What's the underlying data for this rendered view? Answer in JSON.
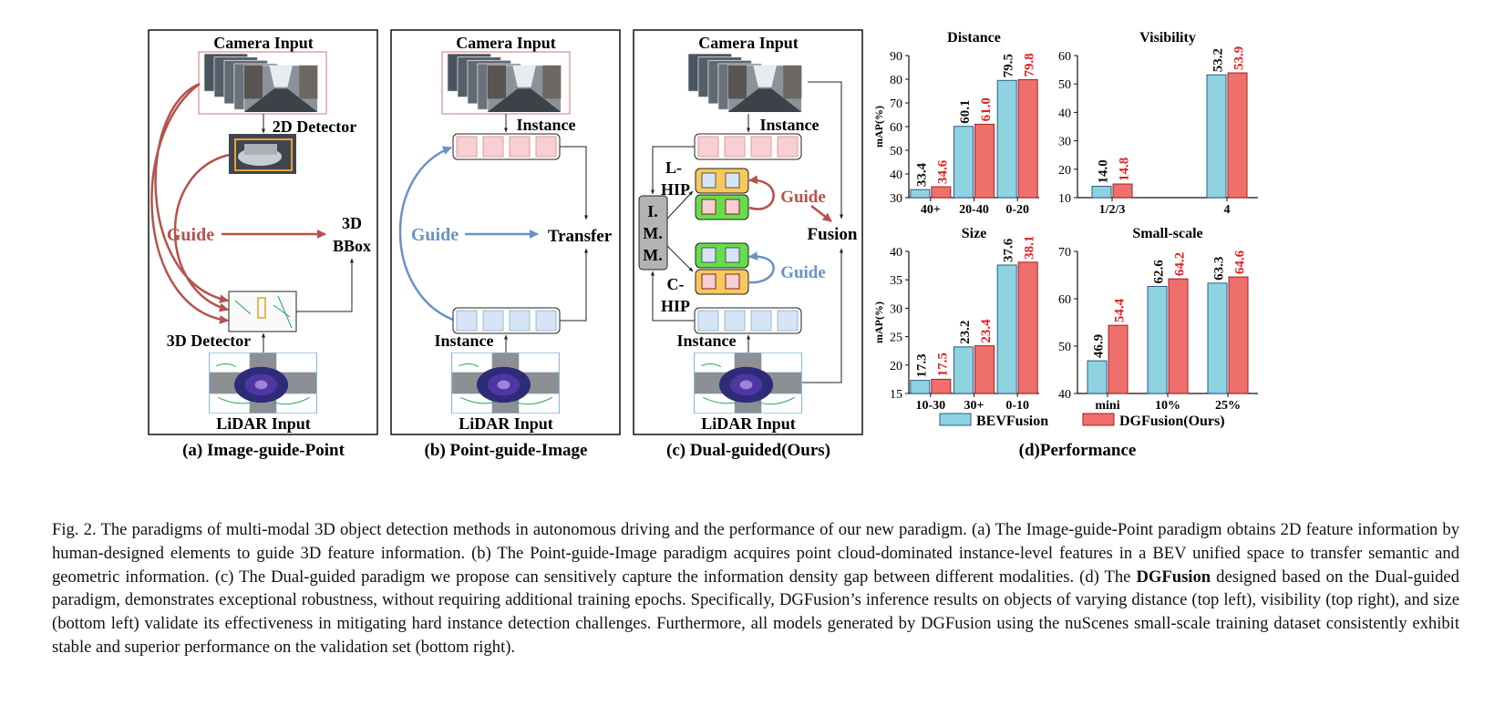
{
  "panels": [
    {
      "id": "a",
      "camera_label": "Camera Input",
      "lidar_label": "LiDAR Input",
      "top_label": "2D Detector",
      "bottom_label": "3D Detector",
      "guide_label": "Guide",
      "output_label": [
        "3D",
        "BBox"
      ],
      "caption": "(a) Image-guide-Point"
    },
    {
      "id": "b",
      "camera_label": "Camera Input",
      "lidar_label": "LiDAR Input",
      "top_label": "Instance",
      "bottom_label": "Instance",
      "guide_label": "Guide",
      "output_label": "Transfer",
      "caption": "(b) Point-guide-Image"
    },
    {
      "id": "c",
      "camera_label": "Camera Input",
      "lidar_label": "LiDAR Input",
      "top_label": "Instance",
      "bottom_label": "Instance",
      "imm_label": [
        "I.",
        "M.",
        "M."
      ],
      "lhip_label": [
        "L-",
        "HIP"
      ],
      "chip_label": [
        "C-",
        "HIP"
      ],
      "guide_label": "Guide",
      "output_label": "Fusion",
      "caption": "(c) Dual-guided(Ours)"
    }
  ],
  "colors": {
    "bevfusion": "#8fd3e1",
    "dgfusion": "#ef6f6c",
    "guide_red": "#b5524c",
    "guide_blue": "#6a92c4",
    "value_red": "#e02020",
    "hip_yellow": "#f7c85c",
    "hip_green": "#66dd4c",
    "inst_pink": "#f6d0d3",
    "inst_blue": "#d6e4f7"
  },
  "performance_title": "(d)Performance",
  "legend": [
    "BEVFusion",
    "DGFusion(Ours)"
  ],
  "chart_data": [
    {
      "type": "bar",
      "title": "Distance",
      "ylabel": "mAP(%)",
      "categories": [
        "40+",
        "20-40",
        "0-20"
      ],
      "ylim": [
        30,
        90
      ],
      "yticks": [
        30,
        40,
        50,
        60,
        70,
        80,
        90
      ],
      "series": [
        {
          "name": "BEVFusion",
          "values": [
            33.4,
            60.1,
            79.5
          ]
        },
        {
          "name": "DGFusion(Ours)",
          "values": [
            34.6,
            61.0,
            79.8
          ]
        }
      ]
    },
    {
      "type": "bar",
      "title": "Visibility",
      "ylabel": "",
      "categories": [
        "1/2/3",
        "4"
      ],
      "ylim": [
        10,
        60
      ],
      "yticks": [
        10,
        20,
        30,
        40,
        50,
        60
      ],
      "series": [
        {
          "name": "BEVFusion",
          "values": [
            14.0,
            53.2
          ]
        },
        {
          "name": "DGFusion(Ours)",
          "values": [
            14.8,
            53.9
          ]
        }
      ]
    },
    {
      "type": "bar",
      "title": "Size",
      "ylabel": "mAP(%)",
      "categories": [
        "10-30",
        "30+",
        "0-10"
      ],
      "ylim": [
        15,
        40
      ],
      "yticks": [
        15,
        20,
        25,
        30,
        35,
        40
      ],
      "series": [
        {
          "name": "BEVFusion",
          "values": [
            17.3,
            23.2,
            37.6
          ]
        },
        {
          "name": "DGFusion(Ours)",
          "values": [
            17.5,
            23.4,
            38.1
          ]
        }
      ]
    },
    {
      "type": "bar",
      "title": "Small-scale",
      "ylabel": "",
      "categories": [
        "mini",
        "10%",
        "25%"
      ],
      "ylim": [
        40,
        70
      ],
      "yticks": [
        40,
        50,
        60,
        70
      ],
      "series": [
        {
          "name": "BEVFusion",
          "values": [
            46.9,
            62.6,
            63.3
          ]
        },
        {
          "name": "DGFusion(Ours)",
          "values": [
            54.4,
            64.2,
            64.6
          ]
        }
      ]
    }
  ],
  "caption": {
    "part1": "Fig. 2.  The paradigms of multi-modal 3D object detection methods in autonomous driving and the performance of our new paradigm. (a) The Image-guide-Point paradigm obtains 2D feature information by human-designed elements to guide 3D feature information. (b) The Point-guide-Image paradigm acquires point cloud-dominated instance-level features in a BEV unified space to transfer semantic and geometric information. (c) The Dual-guided paradigm we propose can sensitively capture the information density gap between different modalities. (d) The ",
    "bold": "DGFusion",
    "part2": " designed based on the Dual-guided paradigm, demonstrates exceptional robustness, without requiring additional training epochs. Specifically, DGFusion’s inference results on objects of varying distance (top left), visibility (top right), and size (bottom left) validate its effectiveness in mitigating hard instance detection challenges. Furthermore, all models generated by DGFusion using the nuScenes small-scale training dataset consistently exhibit stable and superior performance on the validation set (bottom right)."
  }
}
